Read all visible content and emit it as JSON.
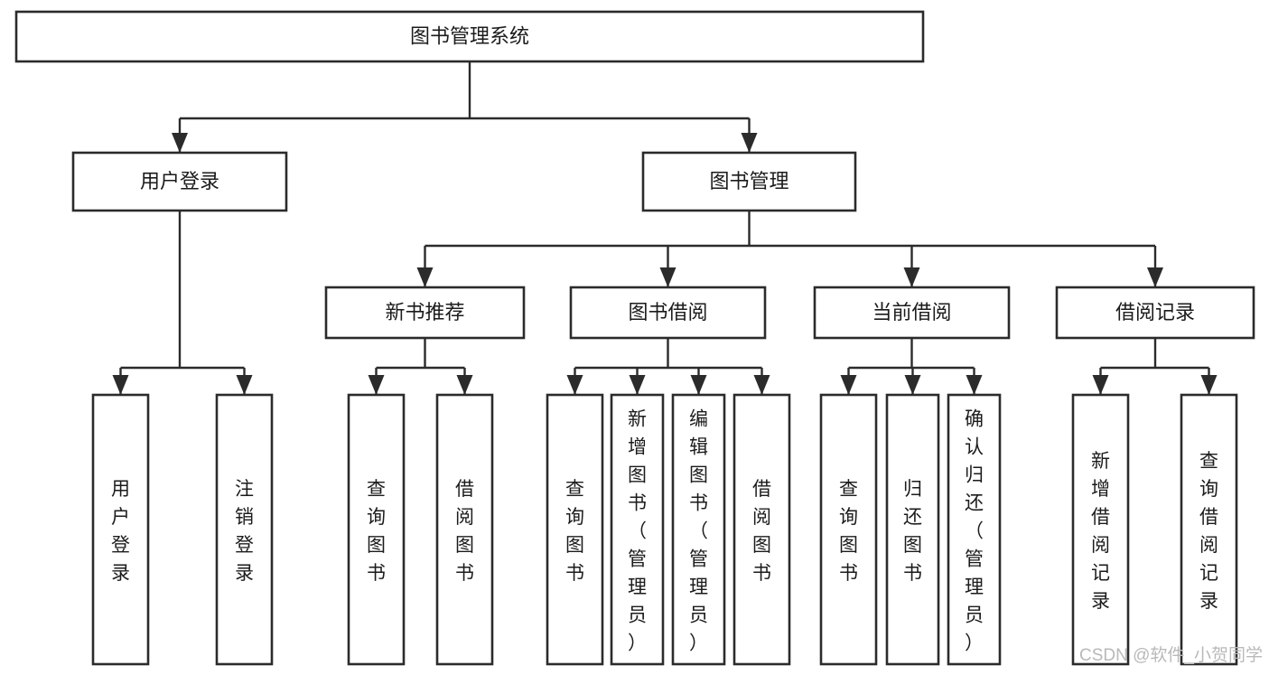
{
  "diagram": {
    "title": "图书管理系统",
    "type": "function-structure-tree",
    "orientation": "top-down",
    "levels": 4,
    "colors": {
      "background": "#ffffff",
      "box_stroke": "#2b2b2b",
      "box_fill": "#ffffff",
      "connector": "#2b2b2b",
      "text": "#1b1b1b",
      "watermark": "#b9b9b9"
    },
    "root": {
      "label": "图书管理系统",
      "orientation": "horizontal"
    },
    "level2": [
      {
        "label": "用户登录",
        "orientation": "horizontal"
      },
      {
        "label": "图书管理",
        "orientation": "horizontal"
      }
    ],
    "level3": [
      {
        "label": "新书推荐",
        "orientation": "horizontal"
      },
      {
        "label": "图书借阅",
        "orientation": "horizontal"
      },
      {
        "label": "当前借阅",
        "orientation": "horizontal"
      },
      {
        "label": "借阅记录",
        "orientation": "horizontal"
      }
    ],
    "leaves": {
      "用户登录": [
        {
          "label": "用户登录",
          "orientation": "vertical"
        },
        {
          "label": "注销登录",
          "orientation": "vertical"
        }
      ],
      "新书推荐": [
        {
          "label": "查询图书",
          "orientation": "vertical"
        },
        {
          "label": "借阅图书",
          "orientation": "vertical"
        }
      ],
      "图书借阅": [
        {
          "label": "查询图书",
          "orientation": "vertical"
        },
        {
          "label": "新增图书（管理员）",
          "orientation": "vertical"
        },
        {
          "label": "编辑图书（管理员）",
          "orientation": "vertical"
        },
        {
          "label": "借阅图书",
          "orientation": "vertical"
        }
      ],
      "当前借阅": [
        {
          "label": "查询图书",
          "orientation": "vertical"
        },
        {
          "label": "归还图书",
          "orientation": "vertical"
        },
        {
          "label": "确认归还（管理员）",
          "orientation": "vertical"
        }
      ],
      "借阅记录": [
        {
          "label": "新增借阅记录",
          "orientation": "vertical"
        },
        {
          "label": "查询借阅记录",
          "orientation": "vertical"
        }
      ]
    }
  },
  "watermark": {
    "text": "CSDN @软件_小贺同学"
  }
}
